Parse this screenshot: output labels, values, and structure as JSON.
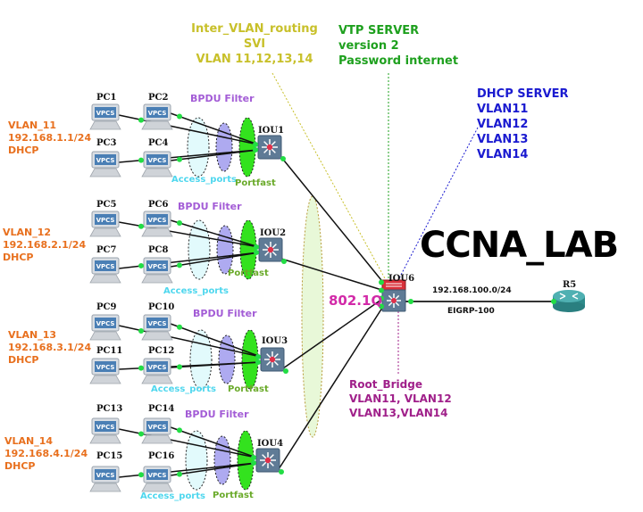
{
  "title": "CCNA_LAB",
  "notes": {
    "inter_vlan": [
      "Inter_VLAN_routing",
      "SVI",
      "VLAN 11,12,13,14"
    ],
    "vtp": [
      "VTP SERVER",
      "version 2",
      "Password internet"
    ],
    "dhcp": [
      "DHCP SERVER",
      "VLAN11",
      "VLAN12",
      "VLAN13",
      "VLAN14"
    ],
    "root_bridge": [
      "Root_Bridge",
      "VLAN11, VLAN12",
      "VLAN13,VLAN14"
    ],
    "trunk": "802.1Q",
    "wan_subnet": "192.168.100.0/24",
    "routing": "EIGRP-100"
  },
  "colors": {
    "vlan_label": "#e8701e",
    "bpdu_filter": "#a35cd6",
    "access_ports": "#4fd7ee",
    "portfast": "#6aaa2a",
    "inter_vlan": "#c8c02a",
    "vtp": "#1ea01e",
    "dhcp": "#1a1ad0",
    "root_bridge": "#a0208a",
    "trunk": "#d22aa8",
    "link_dot": "#22dd44"
  },
  "groups": [
    {
      "switch": "IOU1",
      "vlan": "VLAN_11",
      "subnet": "192.168.1.1/24",
      "mode": "DHCP",
      "pcs": [
        "PC1",
        "PC2",
        "PC3",
        "PC4"
      ],
      "bpdu": "BPDU Filter",
      "access": "Access_ports",
      "portfast": "Portfast"
    },
    {
      "switch": "IOU2",
      "vlan": "VLAN_12",
      "subnet": "192.168.2.1/24",
      "mode": "DHCP",
      "pcs": [
        "PC5",
        "PC6",
        "PC7",
        "PC8"
      ],
      "bpdu": "BPDU Filter",
      "access": "Access_ports",
      "portfast": "Portfast"
    },
    {
      "switch": "IOU3",
      "vlan": "VLAN_13",
      "subnet": "192.168.3.1/24",
      "mode": "DHCP",
      "pcs": [
        "PC9",
        "PC10",
        "PC11",
        "PC12"
      ],
      "bpdu": "BPDU Filter",
      "access": "Access_ports",
      "portfast": "Portfast"
    },
    {
      "switch": "IOU4",
      "vlan": "VLAN_14",
      "subnet": "192.168.4.1/24",
      "mode": "DHCP",
      "pcs": [
        "PC13",
        "PC14",
        "PC15",
        "PC16"
      ],
      "bpdu": "BPDU Filter",
      "access": "Access_ports",
      "portfast": "Portfast"
    }
  ],
  "core": {
    "name": "IOU6",
    "type": "multilayer-switch"
  },
  "router": {
    "name": "R5",
    "type": "router"
  },
  "pc_badge": "VPCS"
}
